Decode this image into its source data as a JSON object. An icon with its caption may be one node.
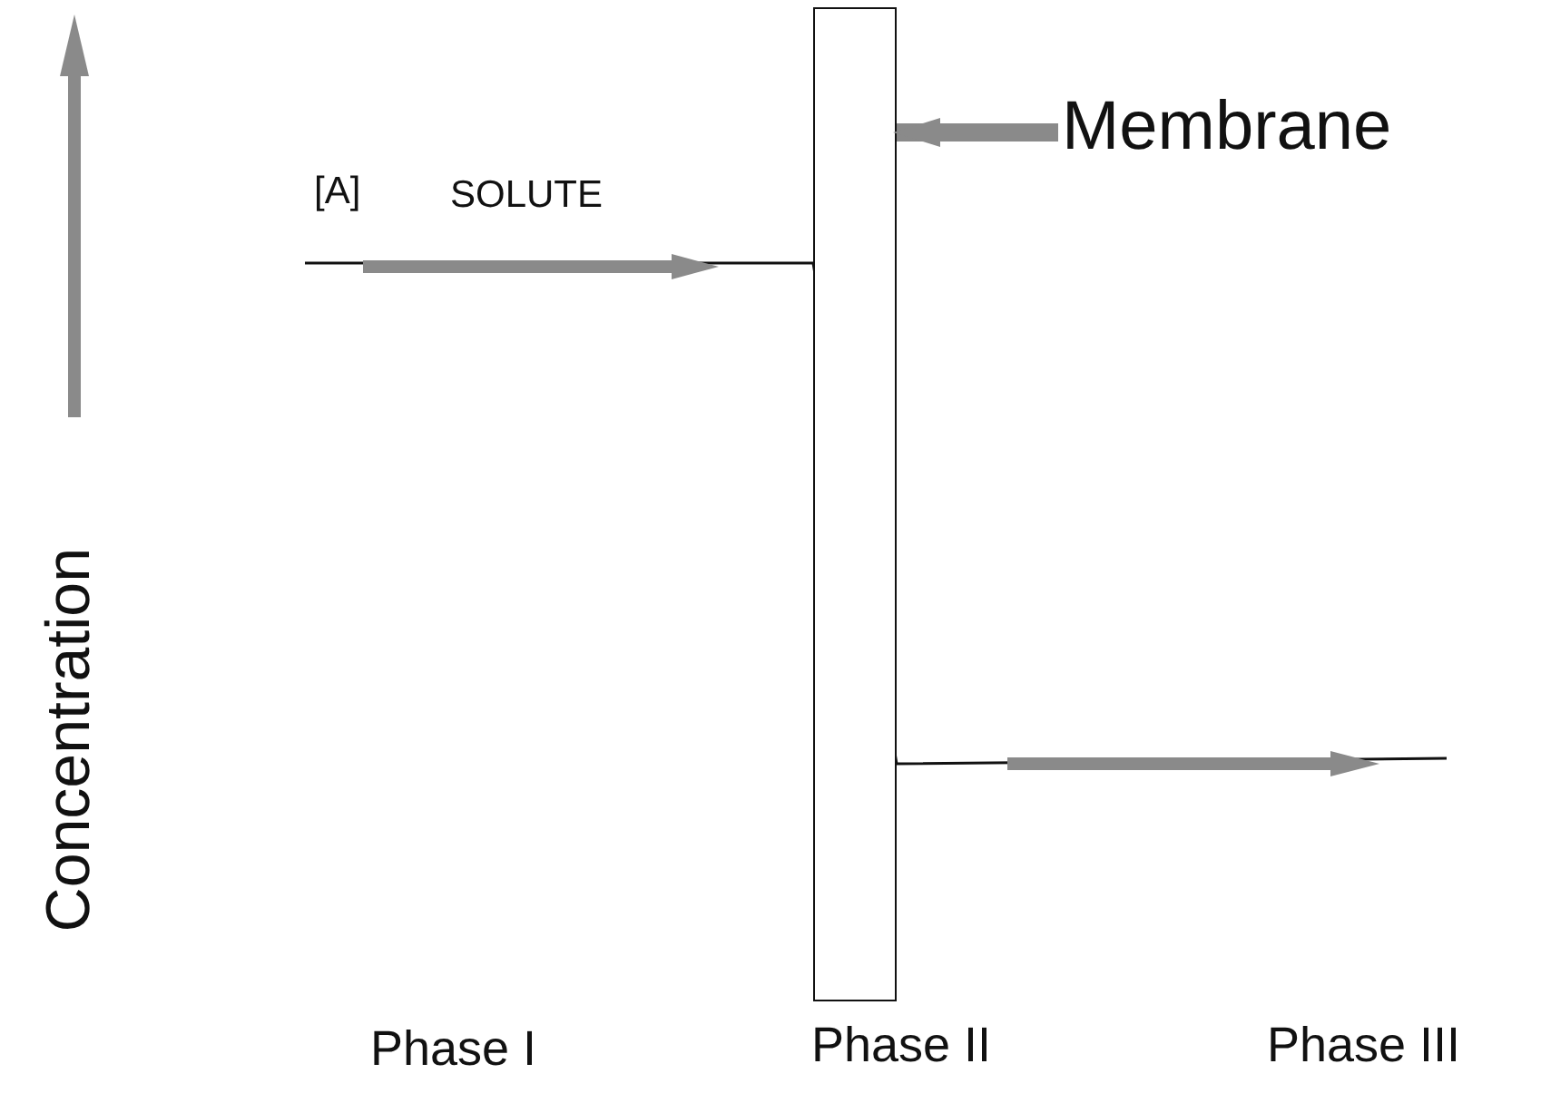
{
  "diagram": {
    "nodes": [
      {
        "text": [
          "Membrane"
        ]
      },
      {
        "text": [],
        "shape": "box",
        "beside": [
          "Phase II"
        ]
      }
    ],
    "edges": [
      {
        "from": 0,
        "to": 1,
        "arrow": "to"
      }
    ],
    "labels": [
      "[A]",
      "SOLUTE",
      "Concentration",
      "Phase I",
      "Phase III"
    ]
  }
}
